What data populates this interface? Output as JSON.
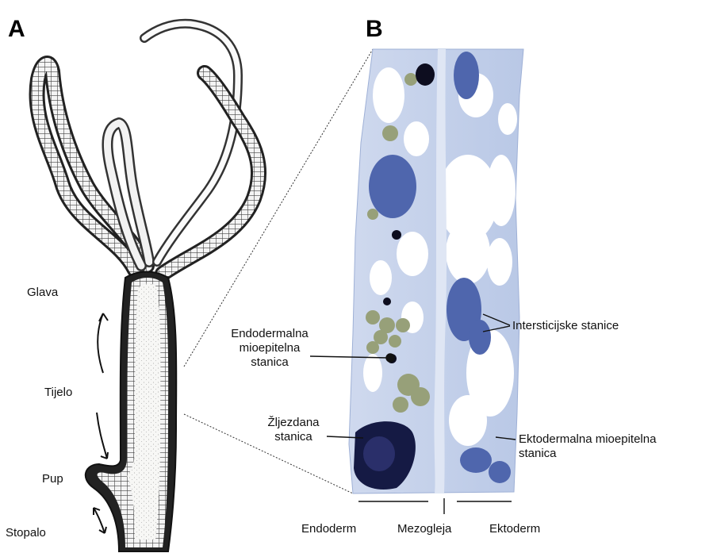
{
  "panels": {
    "a": "A",
    "b": "B"
  },
  "hydra_labels": {
    "head": "Glava",
    "body": "Tijelo",
    "bud": "Pup",
    "foot": "Stopalo"
  },
  "section_labels": {
    "endodermal_cell": "Endodermalna\nmioepitelna\nstanica",
    "gland_cell": "Žljezdana\nstanica",
    "interstitial_cells": "Intersticijske stanice",
    "ectodermal_cell": "Ektodermalna mioepitelna\nstanica"
  },
  "layer_labels": {
    "endoderm": "Endoderm",
    "mesoglea": "Mezogleja",
    "ectoderm": "Ektoderm"
  }
}
